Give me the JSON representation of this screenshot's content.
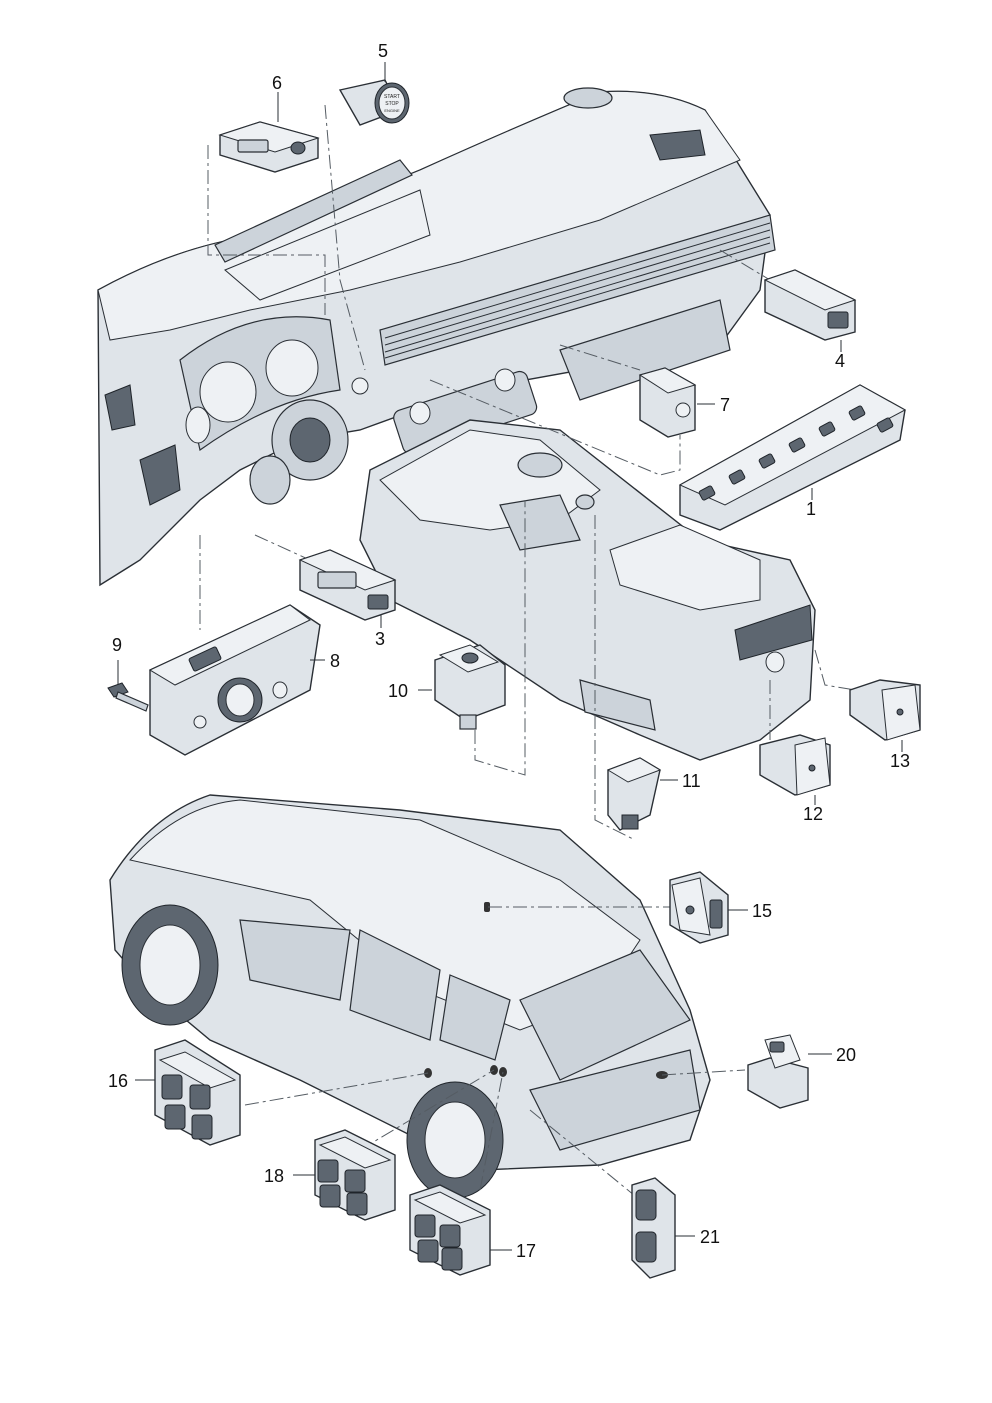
{
  "callouts": {
    "c1": "1",
    "c3": "3",
    "c4": "4",
    "c5": "5",
    "c6": "6",
    "c7": "7",
    "c8": "8",
    "c9": "9",
    "c10": "10",
    "c11": "11",
    "c12": "12",
    "c13": "13",
    "c15": "15",
    "c16": "16",
    "c17": "17",
    "c18": "18",
    "c20": "20",
    "c21": "21"
  },
  "button_text": {
    "start": "START",
    "stop": "STOP",
    "engine": "ENGINE"
  }
}
